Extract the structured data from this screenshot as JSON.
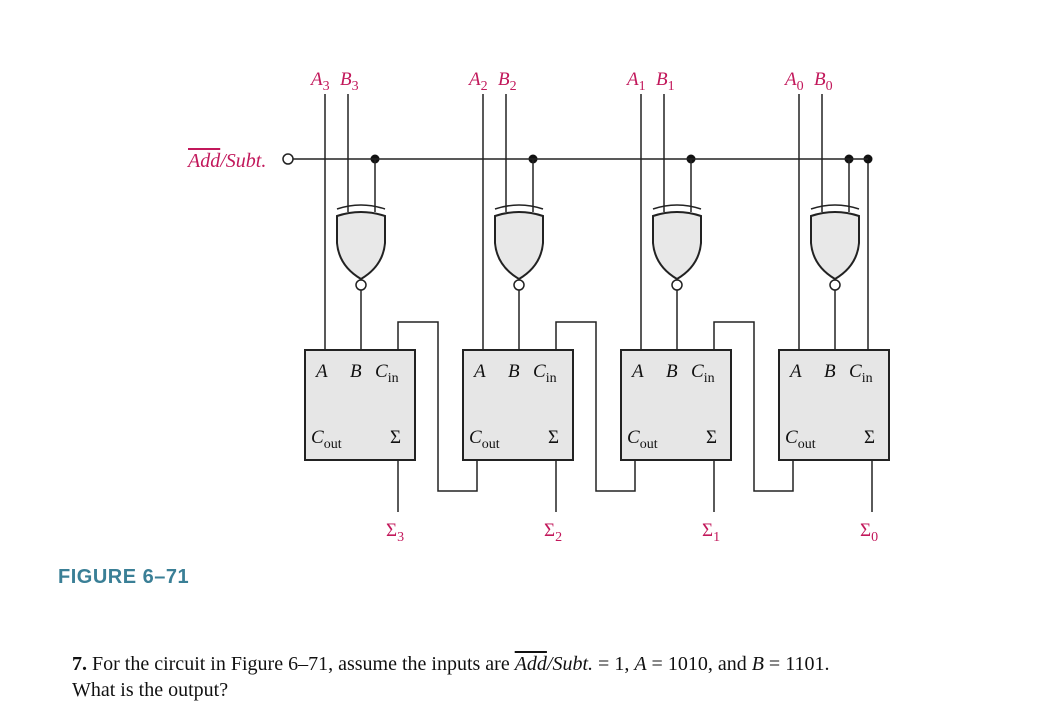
{
  "figure_label": "FIGURE 6–71",
  "control": {
    "prefix": "Add",
    "suffix": "/Subt."
  },
  "stages": [
    {
      "a_label": "A",
      "b_label": "B",
      "sub": "3",
      "sum_symbol": "Σ",
      "sum_sub": "3"
    },
    {
      "a_label": "A",
      "b_label": "B",
      "sub": "2",
      "sum_symbol": "Σ",
      "sum_sub": "2"
    },
    {
      "a_label": "A",
      "b_label": "B",
      "sub": "1",
      "sum_symbol": "Σ",
      "sum_sub": "1"
    },
    {
      "a_label": "A",
      "b_label": "B",
      "sub": "0",
      "sum_symbol": "Σ",
      "sum_sub": "0"
    }
  ],
  "adder_pins": {
    "a": "A",
    "b": "B",
    "cin": "C",
    "cin_sub": "in",
    "cout": "C",
    "cout_sub": "out",
    "sum": "Σ"
  },
  "question": {
    "number": "7.",
    "text_1": " For the circuit in Figure 6–71, assume the inputs are ",
    "ctl": "Add",
    "ctl_suffix": "/Subt.",
    "text_2": " = 1, ",
    "a_var": "A",
    "text_3": " = 1010, and ",
    "b_var": "B",
    "text_4": " = 1101.",
    "line_2": "What is the output?"
  }
}
